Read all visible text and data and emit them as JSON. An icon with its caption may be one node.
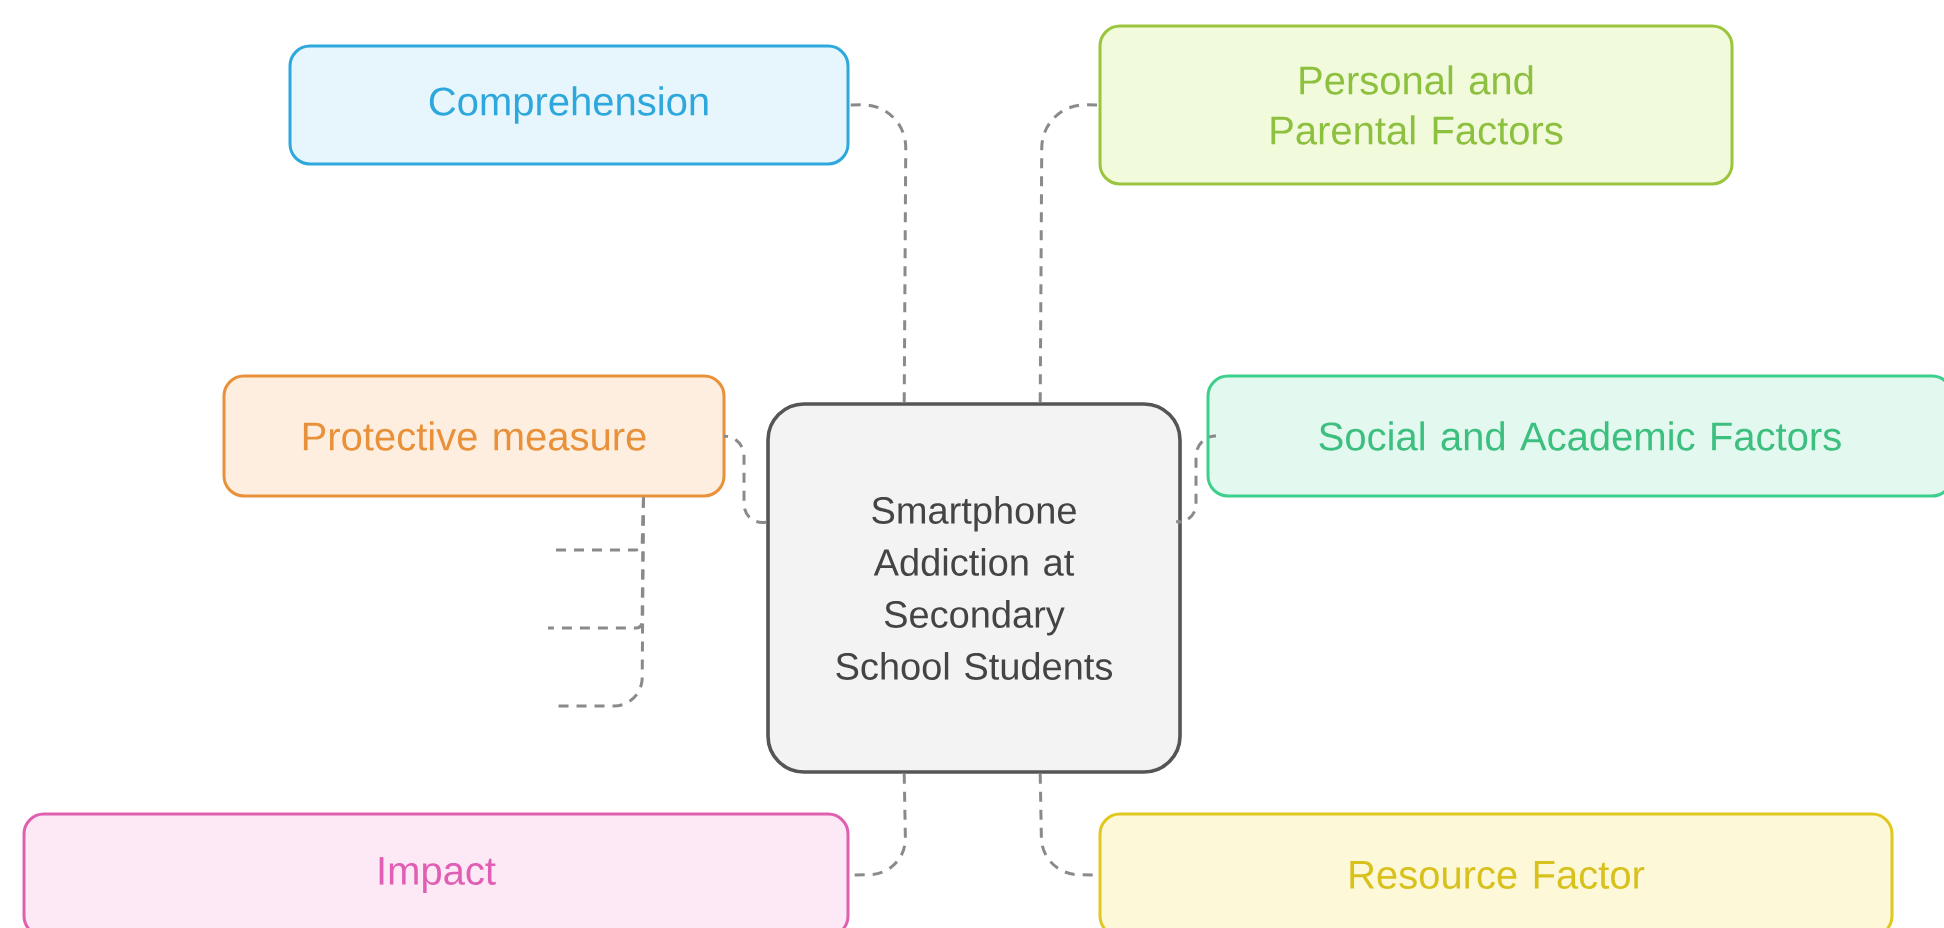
{
  "diagram": {
    "nodes": [
      {
        "text": [
          "Comprehension"
        ]
      },
      {
        "text": [
          "Personal and Parental Factors"
        ]
      },
      {
        "text": [
          "Protective measure"
        ]
      },
      {
        "text": [
          "Smartphone Addiction at Secondary School Students"
        ]
      },
      {
        "text": [
          "Social and Academic Factors"
        ]
      },
      {
        "text": [
          "Impact"
        ]
      },
      {
        "text": [
          "Resource Factor"
        ]
      }
    ],
    "edges": [
      {
        "from": 3,
        "to": 0,
        "arrow": "none"
      },
      {
        "from": 3,
        "to": 1,
        "arrow": "none"
      },
      {
        "from": 3,
        "to": 2,
        "arrow": "none"
      },
      {
        "from": 3,
        "to": 4,
        "arrow": "none"
      },
      {
        "from": 3,
        "to": 5,
        "arrow": "none"
      },
      {
        "from": 3,
        "to": 6,
        "arrow": "none"
      },
      {
        "from": 2,
        "to": null,
        "arrow": "none"
      },
      {
        "from": 2,
        "to": null,
        "arrow": "none"
      },
      {
        "from": 2,
        "to": null,
        "arrow": "none"
      }
    ]
  }
}
